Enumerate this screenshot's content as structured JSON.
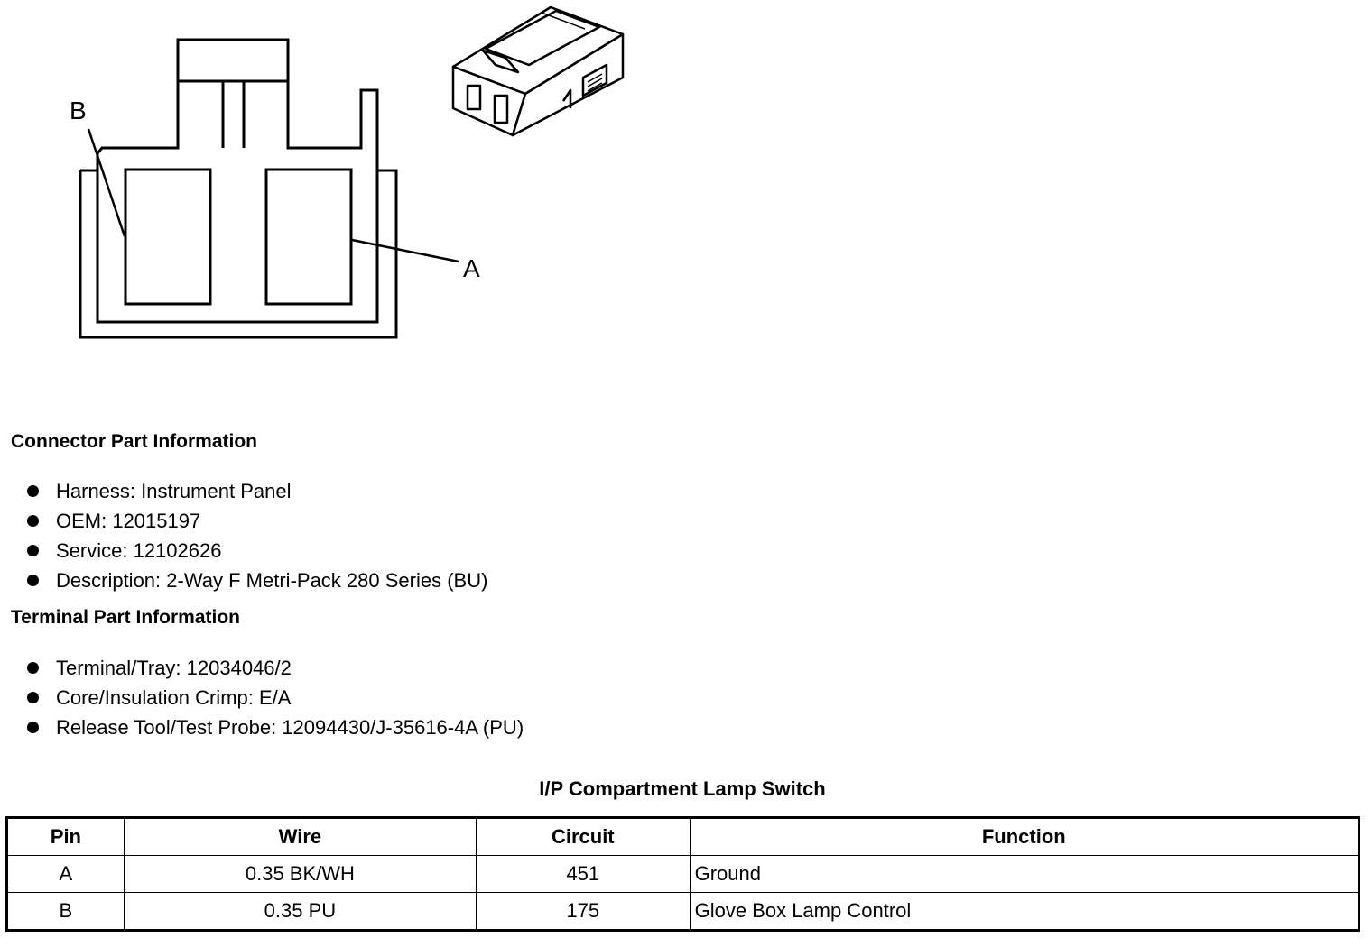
{
  "diagram": {
    "label_a": "A",
    "label_b": "B"
  },
  "connector_info": {
    "title": "Connector Part Information",
    "items": [
      "Harness: Instrument Panel",
      "OEM: 12015197",
      "Service: 12102626",
      "Description: 2-Way F Metri-Pack 280 Series (BU)"
    ]
  },
  "terminal_info": {
    "title": "Terminal Part Information",
    "items": [
      "Terminal/Tray: 12034046/2",
      "Core/Insulation Crimp: E/A",
      "Release Tool/Test Probe: 12094430/J-35616-4A (PU)"
    ]
  },
  "pin_table": {
    "title": "I/P Compartment Lamp Switch",
    "headers": [
      "Pin",
      "Wire",
      "Circuit",
      "Function"
    ],
    "rows": [
      [
        "A",
        "0.35 BK/WH",
        "451",
        "Ground"
      ],
      [
        "B",
        "0.35 PU",
        "175",
        "Glove Box Lamp Control"
      ]
    ]
  }
}
